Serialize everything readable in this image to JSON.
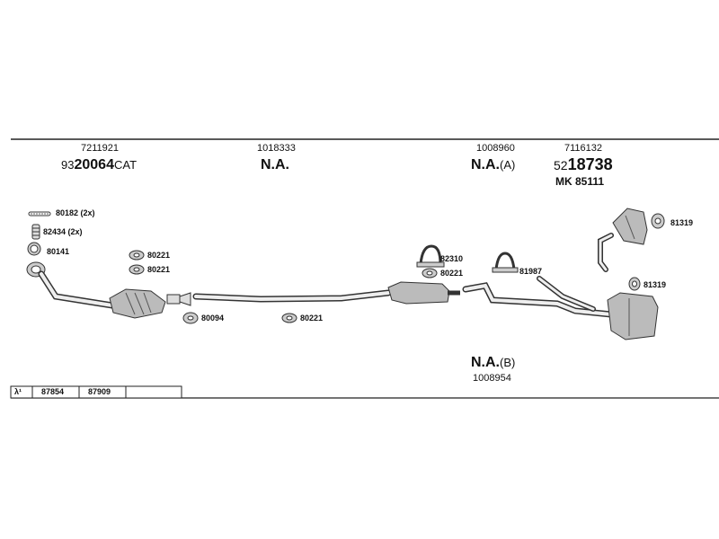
{
  "groups": {
    "g1": {
      "ref": "7211921",
      "code_prefix": "93",
      "code_main": "20064",
      "code_suffix": "CAT"
    },
    "g2": {
      "ref": "1018333",
      "code_main": "N.A."
    },
    "g3": {
      "ref": "1008960",
      "code_main": "N.A.",
      "code_suffix": "(A)"
    },
    "g4": {
      "ref": "7116132",
      "code_prefix": "52",
      "code_main": "18738",
      "mk": "MK 85111"
    },
    "g5": {
      "ref": "1008954",
      "code_main": "N.A.",
      "code_suffix": "(B)"
    }
  },
  "parts": {
    "p80182": "80182 (2x)",
    "p82434": "82434 (2x)",
    "p80141": "80141",
    "p80221a": "80221",
    "p80221b": "80221",
    "p80094": "80094",
    "p80221c": "80221",
    "p82310": "82310",
    "p80221d": "80221",
    "p81987": "81987",
    "p81319a": "81319",
    "p81319b": "81319"
  },
  "legend": {
    "symbol": "λ¹",
    "c1": "87854",
    "c2": "87909"
  }
}
